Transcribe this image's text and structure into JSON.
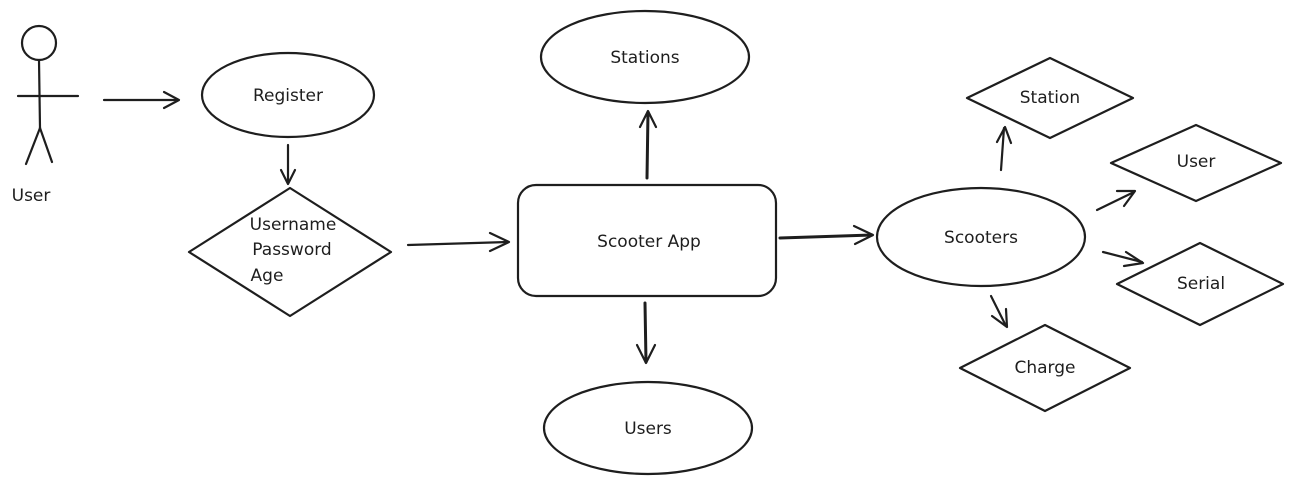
{
  "diagram": {
    "actor": {
      "label": "User"
    },
    "nodes": {
      "register": "Register",
      "credentials": [
        "Username",
        "Password",
        "Age"
      ],
      "stations": "Stations",
      "scooter_app": "Scooter App",
      "users": "Users",
      "scooters": "Scooters",
      "station": "Station",
      "user": "User",
      "serial": "Serial",
      "charge": "Charge"
    },
    "colors": {
      "stroke": "#1e1e1e",
      "background": "#ffffff"
    }
  }
}
